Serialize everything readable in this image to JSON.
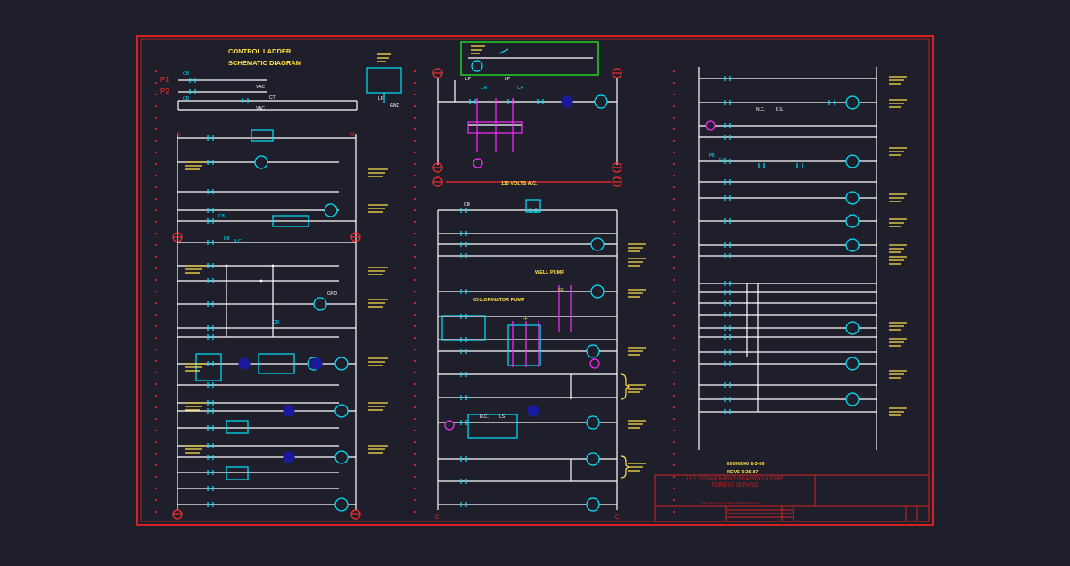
{
  "colors": {
    "background": "#1f1f2b",
    "border": "#d42020",
    "wire": "#ffffff",
    "device": "#00e5ff",
    "label": "#ffe14a",
    "magenta": "#ff2bff",
    "coil_fill": "#1a1aa0",
    "highlight_box": "#22d422",
    "red": "#ff2a2a"
  },
  "drawing": {
    "title_line1": "CONTROL LADDER",
    "title_line2": "SCHEMATIC DIAGRAM",
    "supply_label": "115 VOLTS A.C.",
    "well_pump_label": "WELL PUMP",
    "chlorinator_label": "CHLORINATOR PUMP",
    "rail_p1": "P1",
    "rail_p2": "P2",
    "rail_a": "A",
    "rail_n": "N",
    "rail_c": "C",
    "code_cb": "CB",
    "code_vac": "VAC",
    "code_ct": "CT",
    "code_lp": "LP",
    "code_cr": "CR",
    "code_nc": "N.C.",
    "code_ps": "P.S.",
    "code_pb": "PB",
    "code_ls": "LS",
    "code_gnd": "GND",
    "code_ff": "FF",
    "revision_line1": "E0000000 8-3-86",
    "revision_line2": "REVS 0-25-87"
  },
  "title_block": {
    "department": "U.S. DEPARTMENT OF AGRICULTURE",
    "service": "FOREST SERVICE",
    "region": "THE PACIFIC NORTHWEST REGION"
  }
}
